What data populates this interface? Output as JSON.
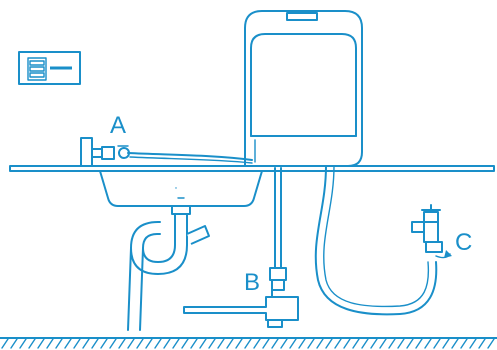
{
  "diagram": {
    "labels": {
      "a": "A",
      "b": "B",
      "c": "C"
    },
    "icon": "dishwasher-icon",
    "accent_color": "#1a8fc9"
  }
}
